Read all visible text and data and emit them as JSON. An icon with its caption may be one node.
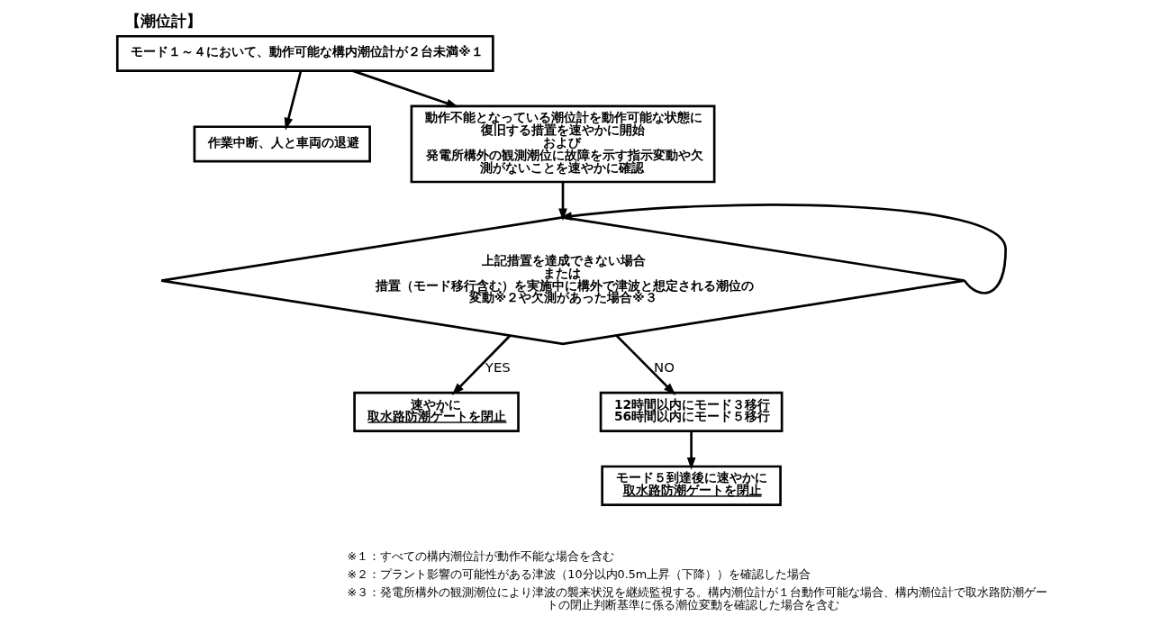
{
  "diagram": {
    "title": "【潮位計】",
    "nodes": [
      {
        "text": [
          "モード１～４において、動作可能な構内潮位計が２台未満※１"
        ]
      },
      {
        "text": [
          "作業中断、人と車両の退避"
        ]
      },
      {
        "text": [
          "動作不能となっている潮位計を動作可能な状態に復旧する措置を速やかに開始",
          "および",
          "発電所構外の観測潮位に故障を示す指示変動や欠測がないことを速やかに確認"
        ]
      },
      {
        "text": [
          "上記措置を達成できない場合",
          "または",
          "措置（モード移行含む）を実施中に構外で津波と想定される潮位の変動※２や欠測があった場合※３"
        ]
      },
      {
        "text": [
          "12時間以内にモード３移行",
          "56時間以内にモード５移行"
        ]
      },
      {
        "text": [
          "速やかに",
          "取水路防潮ゲートを閉止"
        ]
      },
      {
        "text": [
          "モード５到達後に速やかに",
          "取水路防潮ゲートを閉止"
        ]
      }
    ],
    "edges": [
      {
        "from": 0,
        "to": 1,
        "arrow": "to"
      },
      {
        "from": 0,
        "to": 2,
        "arrow": "to"
      },
      {
        "from": 2,
        "to": 3,
        "arrow": "to"
      },
      {
        "from": 3,
        "to": 4,
        "arrow": "to",
        "label": "NO"
      },
      {
        "from": 3,
        "to": 3,
        "arrow": "to"
      },
      {
        "from": 3,
        "to": 5,
        "arrow": "to",
        "label": "YES"
      },
      {
        "from": 4,
        "to": 6,
        "arrow": "to"
      }
    ],
    "labels": [
      "※１：すべての構内潮位計が動作不能な場合を含む",
      "※２：プラント影響の可能性がある津波（10分以内0.5m上昇（下降））を確認した場合",
      "※３：発電所構外の観測潮位により津波の襲来状況を継続監視する。構内潮位計が１台動作可能な場合、構内潮位計で取水路防潮ゲートの閉止判断基準に係る潮位変動を確認した場合を含む"
    ]
  }
}
